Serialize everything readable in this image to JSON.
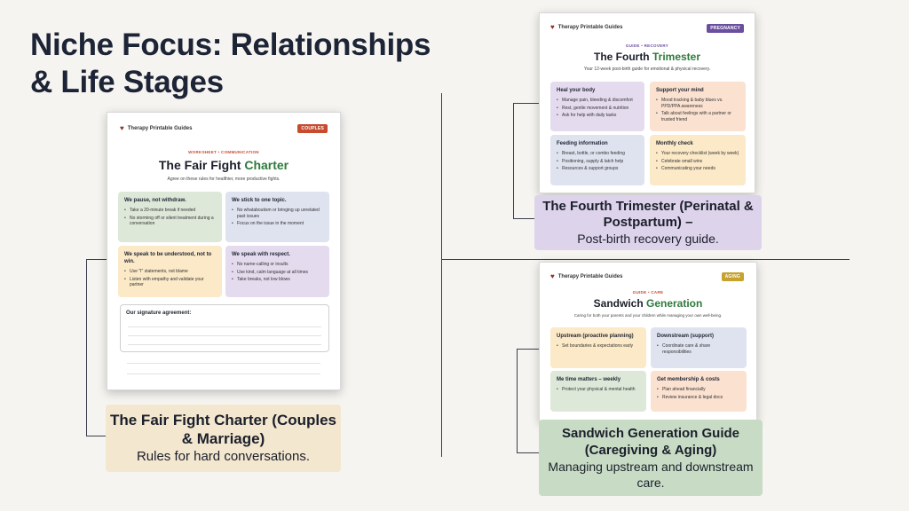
{
  "page_title": "Niche Focus: Relationships & Life Stages",
  "brand": "Therapy Printable Guides",
  "colors": {
    "couples_badge": "#c64b2f",
    "pregnancy_badge": "#6b4ea0",
    "aging_badge": "#c6a22f"
  },
  "fair_fight": {
    "badge": "COUPLES",
    "eyebrow": "WORKSHEET • COMMUNICATION",
    "title_main": "The Fair Fight ",
    "title_accent": "Charter",
    "subtitle": "Agree on these rules for healthier, more productive fights.",
    "cards": [
      {
        "heading": "We pause, not withdraw.",
        "items": [
          "Take a 20-minute break if needed",
          "No storming off or silent treatment during a conversation"
        ]
      },
      {
        "heading": "We stick to one topic.",
        "items": [
          "No whataboutism or bringing up unrelated past issues",
          "Focus on the issue in the moment"
        ]
      },
      {
        "heading": "We speak to be understood, not to win.",
        "items": [
          "Use \"I\" statements, not blame",
          "Listen with empathy and validate your partner"
        ]
      },
      {
        "heading": "We speak with respect.",
        "items": [
          "No name-calling or insults",
          "Use kind, calm language at all times",
          "Take breaks, not low blows"
        ]
      }
    ],
    "signature_heading": "Our signature agreement:",
    "label_title": "The Fair Fight Charter (Couples & Marriage)",
    "label_sub": "Rules for hard conversations."
  },
  "fourth_trimester": {
    "badge": "PREGNANCY",
    "eyebrow": "GUIDE • RECOVERY",
    "title_main": "The Fourth ",
    "title_accent": "Trimester",
    "subtitle": "Your 12-week post-birth guide for emotional & physical recovery.",
    "cards": [
      {
        "heading": "Heal your body",
        "items": [
          "Manage pain, bleeding & discomfort",
          "Rest, gentle movement & nutrition",
          "Ask for help with daily tasks"
        ]
      },
      {
        "heading": "Support your mind",
        "items": [
          "Mood tracking & baby blues vs. PPD/PPA awareness",
          "Talk about feelings with a partner or trusted friend"
        ]
      },
      {
        "heading": "Feeding information",
        "items": [
          "Breast, bottle, or combo feeding",
          "Positioning, supply & latch help",
          "Resources & support groups"
        ]
      },
      {
        "heading": "Monthly check",
        "items": [
          "Your recovery checklist (week by week)",
          "Celebrate small wins",
          "Communicating your needs"
        ]
      }
    ],
    "label_title": "The Fourth Trimester (Perinatal & Postpartum) –",
    "label_sub": "Post-birth recovery guide."
  },
  "sandwich": {
    "badge": "AGING",
    "eyebrow": "GUIDE • CARE",
    "title_main": "Sandwich ",
    "title_accent": "Generation",
    "subtitle": "Caring for both your parents and your children while managing your own well-being.",
    "cards": [
      {
        "heading": "Upstream (proactive planning)",
        "items": [
          "Set boundaries & expectations early"
        ]
      },
      {
        "heading": "Downstream (support)",
        "items": [
          "Coordinate care & share responsibilities"
        ]
      },
      {
        "heading": "Me time matters – weekly",
        "items": [
          "Protect your physical & mental health"
        ]
      },
      {
        "heading": "Get membership & costs",
        "items": [
          "Plan ahead financially",
          "Review insurance & legal docs"
        ]
      }
    ],
    "label_title": "Sandwich Generation Guide (Caregiving & Aging)",
    "label_sub": "Managing upstream and downstream care."
  }
}
